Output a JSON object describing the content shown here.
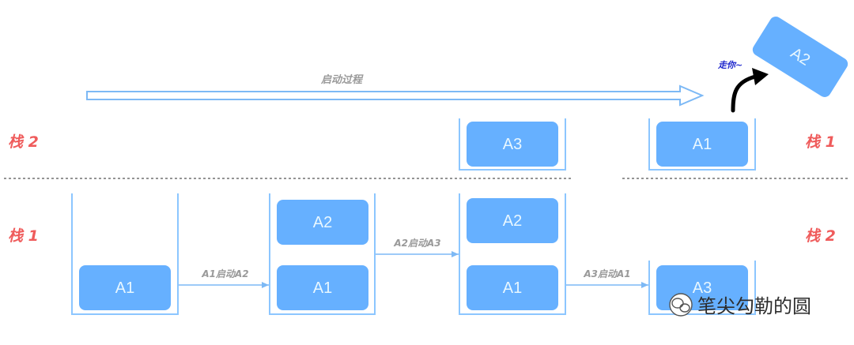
{
  "colors": {
    "task": "#66b0ff",
    "task_text": "#e8f7ff",
    "stack_wall": "#8cc6ff",
    "arrow": "#7db9f5",
    "stack_label": "#ef5b5b",
    "divider": "#555555",
    "goodbye": "#1c25cc"
  },
  "process": {
    "label": "启动过程"
  },
  "upper_labels": {
    "left": "栈 2",
    "right": "栈 1"
  },
  "lower_labels": {
    "left": "栈 1",
    "right": "栈 2"
  },
  "steps": [
    {
      "activities": [
        "A1"
      ]
    },
    {
      "activities": [
        "A2",
        "A1"
      ]
    },
    {
      "activities": [
        "A2",
        "A1"
      ],
      "upper": [
        "A3"
      ]
    },
    {
      "activities": [
        "A3"
      ],
      "upper": [
        "A1"
      ]
    }
  ],
  "edges": [
    "A1启动A2",
    "A2启动A3",
    "A3启动A1"
  ],
  "flying": {
    "activity": "A2",
    "caption": "走你~"
  },
  "watermark": {
    "text": "笔尖勾勒的圆",
    "icon": "wechat-icon"
  }
}
